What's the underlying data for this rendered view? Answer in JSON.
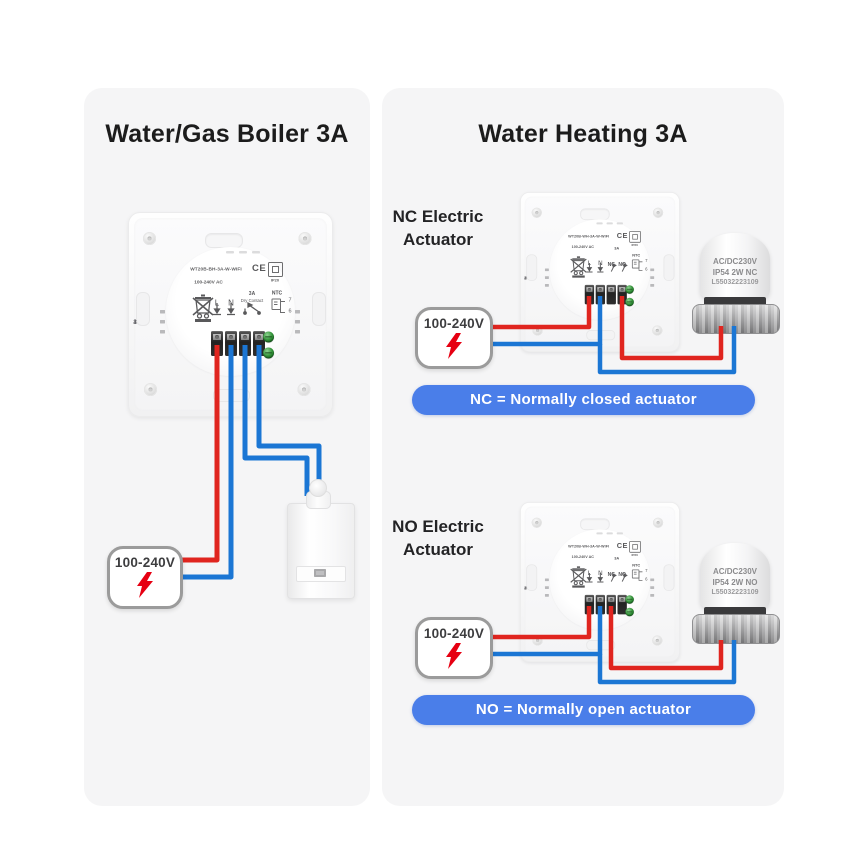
{
  "titles": {
    "left": "Water/Gas Boiler 3A",
    "right": "Water Heating 3A"
  },
  "power": {
    "label": "100-240V"
  },
  "sections": {
    "nc": {
      "heading_line1": "NC Electric",
      "heading_line2": "Actuator",
      "banner": "NC = Normally closed actuator"
    },
    "no": {
      "heading_line1": "NO Electric",
      "heading_line2": "Actuator",
      "banner": "NO = Normally open actuator"
    }
  },
  "thermostat_boiler": {
    "model": "WT20B-BH-3A-W-WIFI",
    "voltage": "100-240V AC",
    "ce": "CE",
    "ip": "IP20",
    "amp": "3A",
    "contact": "Dry Contact",
    "letters": {
      "l": "L",
      "n": "N"
    },
    "numbers": [
      "1",
      "2",
      "3",
      "4"
    ],
    "ntc": "NTC",
    "pin7": "7",
    "pin6": "6"
  },
  "thermostat_heating": {
    "model": "WT20B-WH-3A-W-WIFI",
    "voltage": "100-240V AC",
    "ce": "CE",
    "ip": "IP20",
    "amp": "3A",
    "letters": {
      "l": "L",
      "n": "N",
      "nc": "NC",
      "no": "NO"
    },
    "numbers": [
      "1",
      "2",
      "3",
      "4"
    ],
    "ntc": "NTC",
    "pin7": "7",
    "pin6": "6"
  },
  "actuators": {
    "nc": {
      "line1": "AC/DC230V",
      "line2": "IP54  2W NC",
      "line3": "L55032223109"
    },
    "no": {
      "line1": "AC/DC230V",
      "line2": "IP54  2W NO",
      "line3": "L55032223109"
    }
  },
  "colors": {
    "wire_red": "#e0251f",
    "wire_blue": "#1b76d4",
    "banner_blue": "#4a7ee9",
    "panel_bg": "#f5f5f6",
    "bolt_red": "#e60012"
  }
}
